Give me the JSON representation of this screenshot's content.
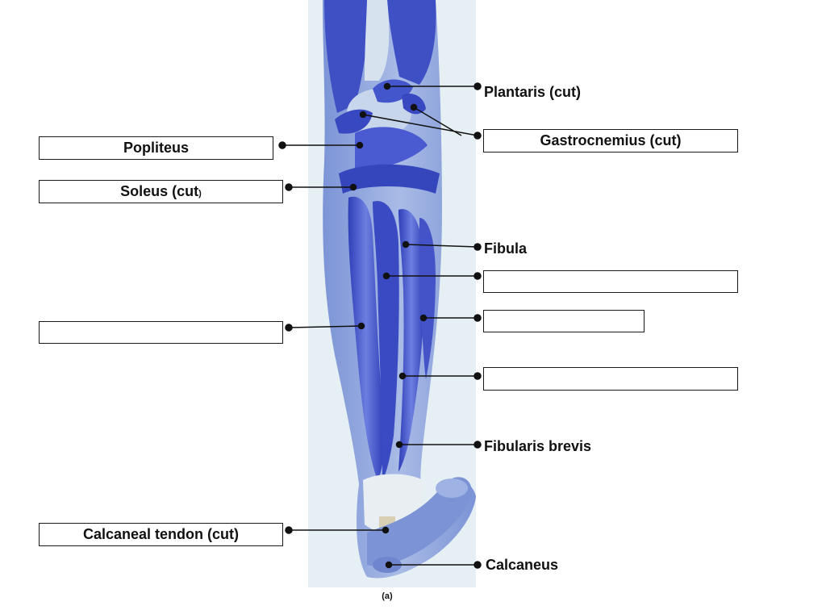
{
  "figure": {
    "caption": "(a)",
    "colors": {
      "panel_bg": "#e6f0f4",
      "skin": "#8ea4da",
      "muscle": "#3f4fc4",
      "muscle_light": "#6f7fd9",
      "tendon": "#e8eef2",
      "line": "#111111"
    }
  },
  "labels": {
    "plantaris": "Plantaris (cut)",
    "gastrocnemius": "Gastrocnemius (cut)",
    "popliteus": "Popliteus",
    "soleus_main": "Soleus (cut",
    "soleus_paren": ")",
    "fibula": "Fibula",
    "fibularis_brevis": "Fibularis brevis",
    "calcaneal_tendon": "Calcaneal tendon (cut)",
    "calcaneus": "Calcaneus",
    "blank_left": "",
    "blank_right_1": "",
    "blank_right_2": "",
    "blank_right_3": ""
  }
}
